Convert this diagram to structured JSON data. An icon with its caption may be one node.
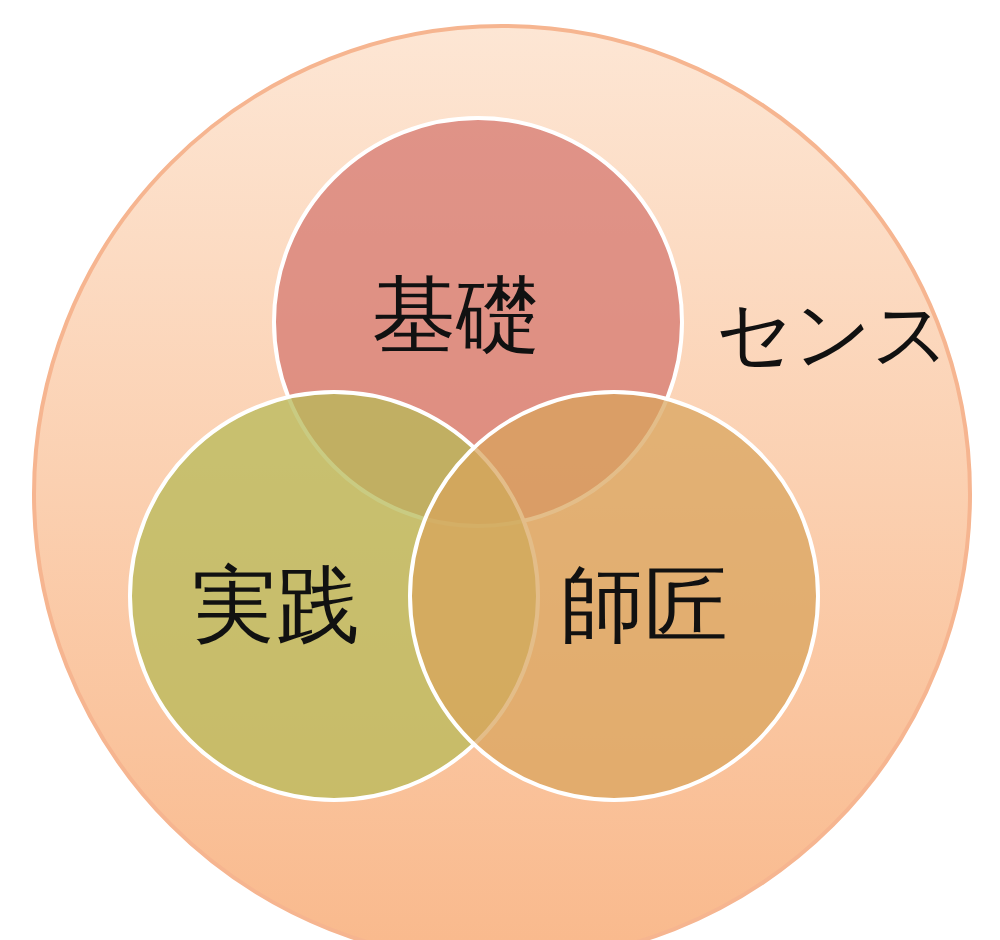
{
  "diagram": {
    "nodes": [
      {
        "text": [
          "センス"
        ]
      },
      {
        "text": [
          "基礎"
        ],
        "in": 0
      },
      {
        "text": [
          "実践"
        ],
        "in": 0
      },
      {
        "text": [
          "師匠"
        ],
        "in": 0
      }
    ]
  }
}
